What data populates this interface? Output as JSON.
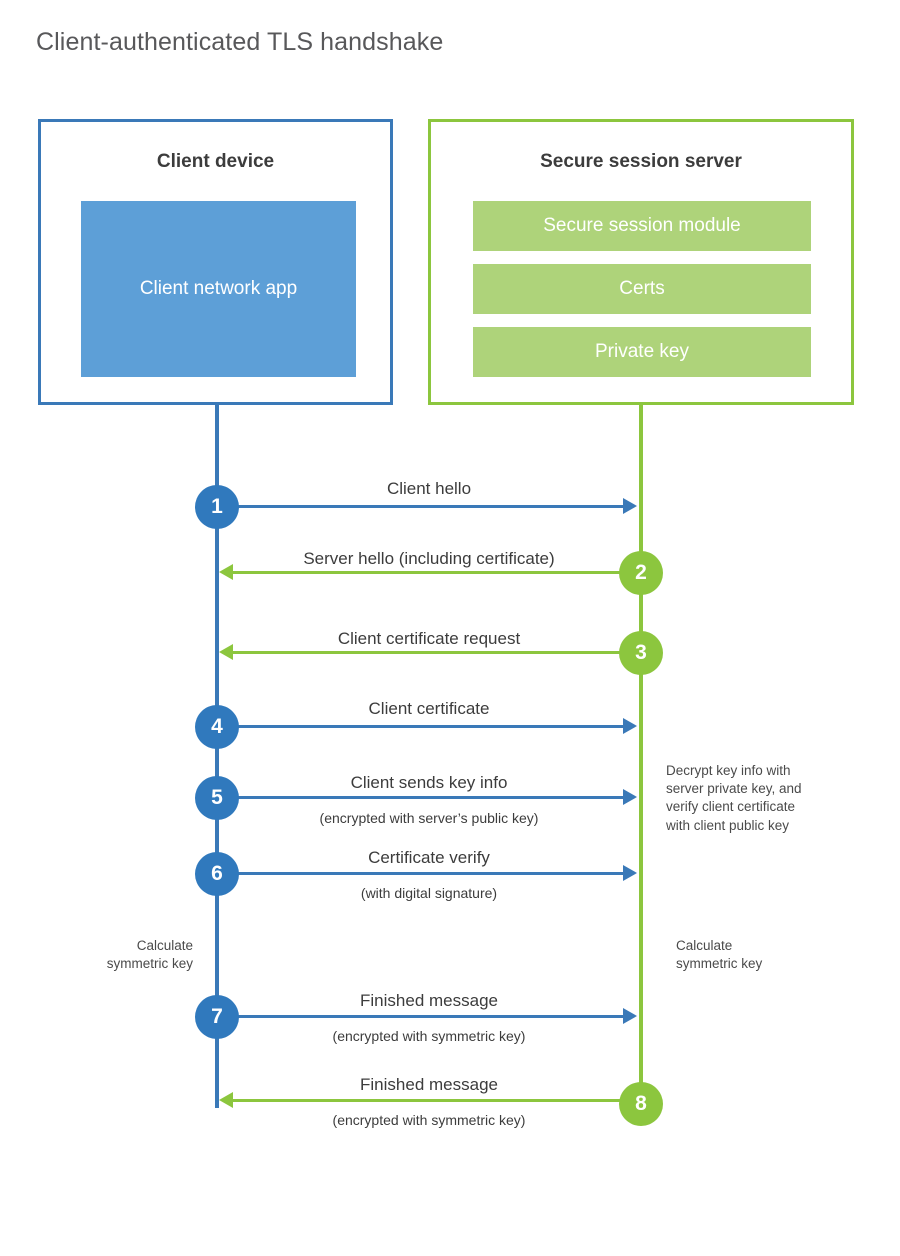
{
  "title": "Client-authenticated TLS handshake",
  "parties": {
    "client": {
      "name": "client-device",
      "title": "Client device",
      "block_label": "Client network\napp",
      "color": "#3a79b8",
      "block_color": "#5d9fd7"
    },
    "server": {
      "name": "secure-session-server",
      "title": "Secure session server",
      "color": "#8cc63e",
      "block_color": "#aed37a",
      "blocks": [
        "Secure session module",
        "Certs",
        "Private key"
      ]
    }
  },
  "steps": [
    {
      "number": "1",
      "label": "Client hello",
      "sublabel": "",
      "direction": "client-to-server",
      "color": "#3079bd"
    },
    {
      "number": "2",
      "label": "Server hello (including certificate)",
      "sublabel": "",
      "direction": "server-to-client",
      "color": "#8cc63e"
    },
    {
      "number": "3",
      "label": "Client certificate request",
      "sublabel": "",
      "direction": "server-to-client",
      "color": "#8cc63e"
    },
    {
      "number": "4",
      "label": "Client certificate",
      "sublabel": "",
      "direction": "client-to-server",
      "color": "#3079bd"
    },
    {
      "number": "5",
      "label": "Client sends key info",
      "sublabel": "(encrypted with server’s public key)",
      "direction": "client-to-server",
      "color": "#3079bd"
    },
    {
      "number": "6",
      "label": "Certificate verify",
      "sublabel": "(with digital signature)",
      "direction": "client-to-server",
      "color": "#3079bd"
    },
    {
      "number": "7",
      "label": "Finished message",
      "sublabel": "(encrypted with symmetric key)",
      "direction": "client-to-server",
      "color": "#3079bd"
    },
    {
      "number": "8",
      "label": "Finished message",
      "sublabel": "(encrypted with symmetric key)",
      "direction": "server-to-client",
      "color": "#8cc63e"
    }
  ],
  "notes": {
    "server_decrypt": "Decrypt key info with\nserver private key, and\nverify client certificate\nwith client public key",
    "client_calculate": "Calculate\nsymmetric key",
    "server_calculate": "Calculate\nsymmetric key"
  }
}
